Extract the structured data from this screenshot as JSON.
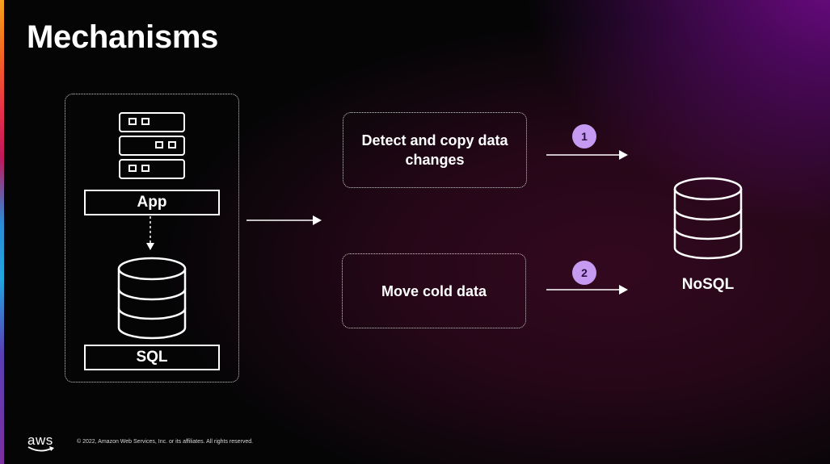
{
  "slide": {
    "title": "Mechanisms"
  },
  "diagram": {
    "app_label": "App",
    "sql_label": "SQL",
    "nosql_label": "NoSQL",
    "steps": [
      {
        "number": "1",
        "label": "Detect and copy data changes"
      },
      {
        "number": "2",
        "label": "Move cold data"
      }
    ],
    "badge_color": "#c59af0"
  },
  "footer": {
    "logo": "aws",
    "copyright": "© 2022, Amazon Web Services, Inc. or its affiliates. All rights reserved."
  },
  "icons": [
    "server-stack-icon",
    "database-icon",
    "database-icon"
  ]
}
